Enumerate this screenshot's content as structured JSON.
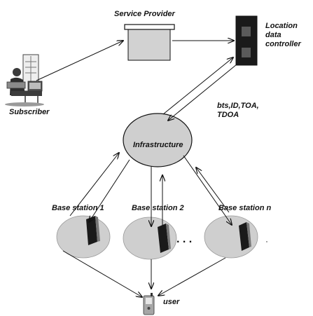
{
  "nodes": {
    "service_provider": "Service Provider",
    "location_controller_line1": "Location",
    "location_controller_line2": "data",
    "location_controller_line3": "controller",
    "subscriber": "Subscriber",
    "infrastructure": "Infrastructure",
    "user": "user",
    "base_stations": [
      "Base station 1",
      "Base station 2",
      "Base station n"
    ],
    "ellipsis": ". . ."
  },
  "link_labels": {
    "signal_line1": "bts,ID,TOA,",
    "signal_line2": "TDOA"
  },
  "colors": {
    "ellipse_fill": "#cfcfcf",
    "stroke": "#111111",
    "controller_fill": "#1a1a1a"
  }
}
